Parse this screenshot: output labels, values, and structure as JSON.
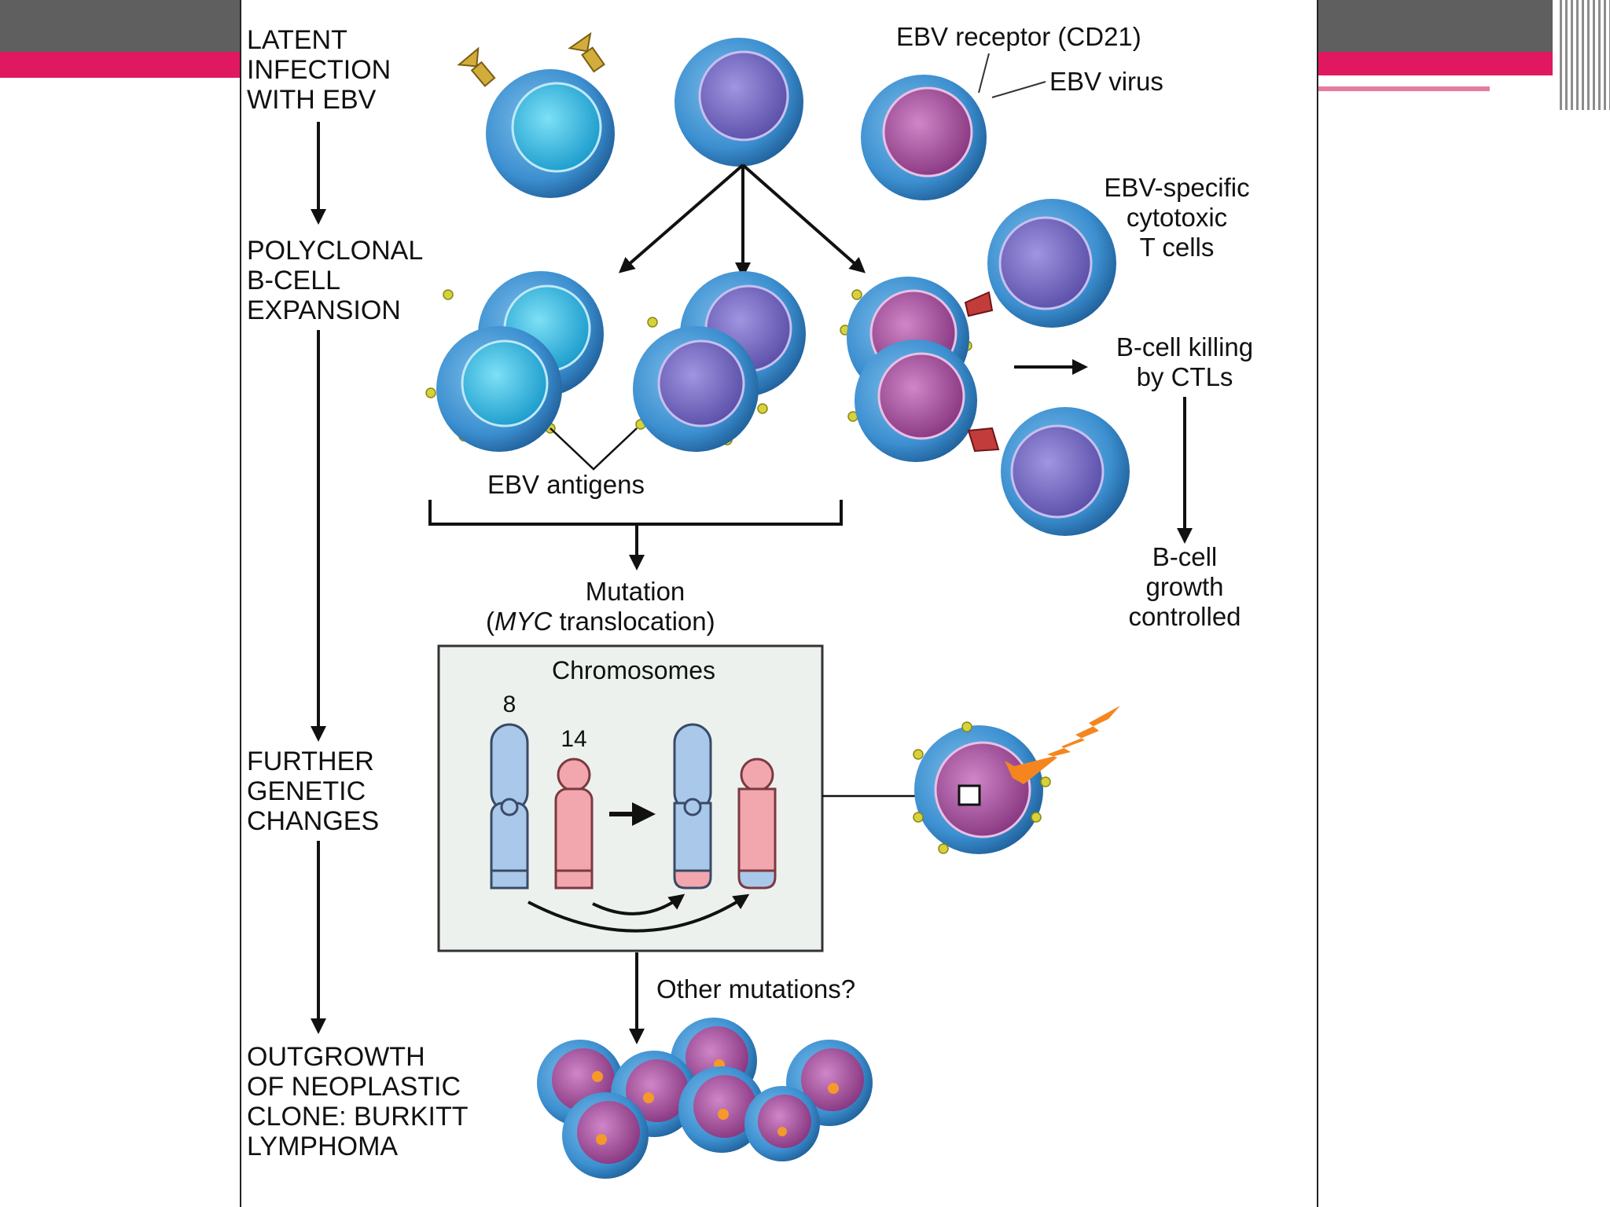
{
  "stages": {
    "stage_1": [
      "LATENT",
      "INFECTION",
      "WITH EBV"
    ],
    "stage_2": [
      "POLYCLONAL",
      "B-CELL",
      "EXPANSION"
    ],
    "stage_3": [
      "FURTHER",
      "GENETIC",
      "CHANGES"
    ],
    "stage_4": [
      "OUTGROWTH",
      "OF NEOPLASTIC",
      "CLONE: BURKITT",
      "LYMPHOMA"
    ]
  },
  "labels": {
    "ebv_receptor": "EBV receptor (CD21)",
    "ebv_virus": "EBV virus",
    "ctl": [
      "EBV-specific",
      "cytotoxic",
      "T cells"
    ],
    "killing": [
      "B-cell killing",
      "by CTLs"
    ],
    "controlled": [
      "B-cell",
      "growth",
      "controlled"
    ],
    "ebv_antigens": "EBV antigens",
    "mutation": "Mutation",
    "myc_gene": "MYC",
    "myc_rest": " translocation)",
    "myc_open": "(",
    "chromosomes": "Chromosomes",
    "chr_8": "8",
    "chr_14": "14",
    "other_mutations": "Other mutations?"
  },
  "colors": {
    "slide_bar_gray": "#5f5f5f",
    "slide_bar_pink": "#e0185f",
    "cell_membrane": "#3c8fd0",
    "nucleus_cyan": "#2aaed8",
    "nucleus_purple": "#6b60b8",
    "nucleus_magenta": "#a3509c",
    "chromosome_blue": "#a9c8ea",
    "chromosome_pink": "#f2a6ad",
    "box_fill": "#edf1ee",
    "lightning": "#f5861f"
  }
}
